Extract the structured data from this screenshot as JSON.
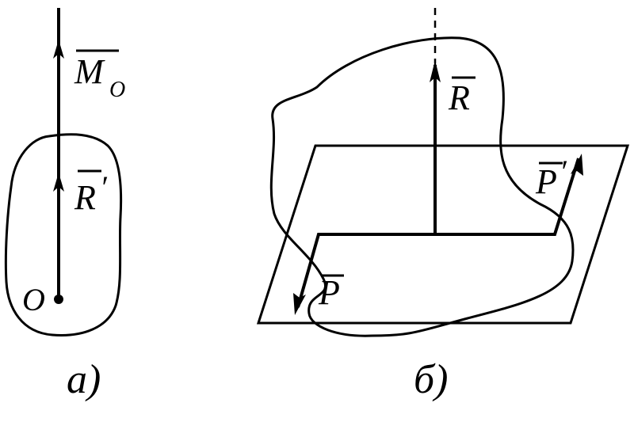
{
  "figure_a": {
    "caption": "а)",
    "point_label": "O",
    "moment_vector": {
      "letter": "M",
      "subscript": "O"
    },
    "resultant_vector": {
      "letter": "R",
      "prime": "′"
    }
  },
  "figure_b": {
    "caption": "б)",
    "resultant_vector": {
      "letter": "R"
    },
    "force_p": {
      "letter": "P"
    },
    "force_p_prime": {
      "letter": "P",
      "prime": "′"
    }
  }
}
